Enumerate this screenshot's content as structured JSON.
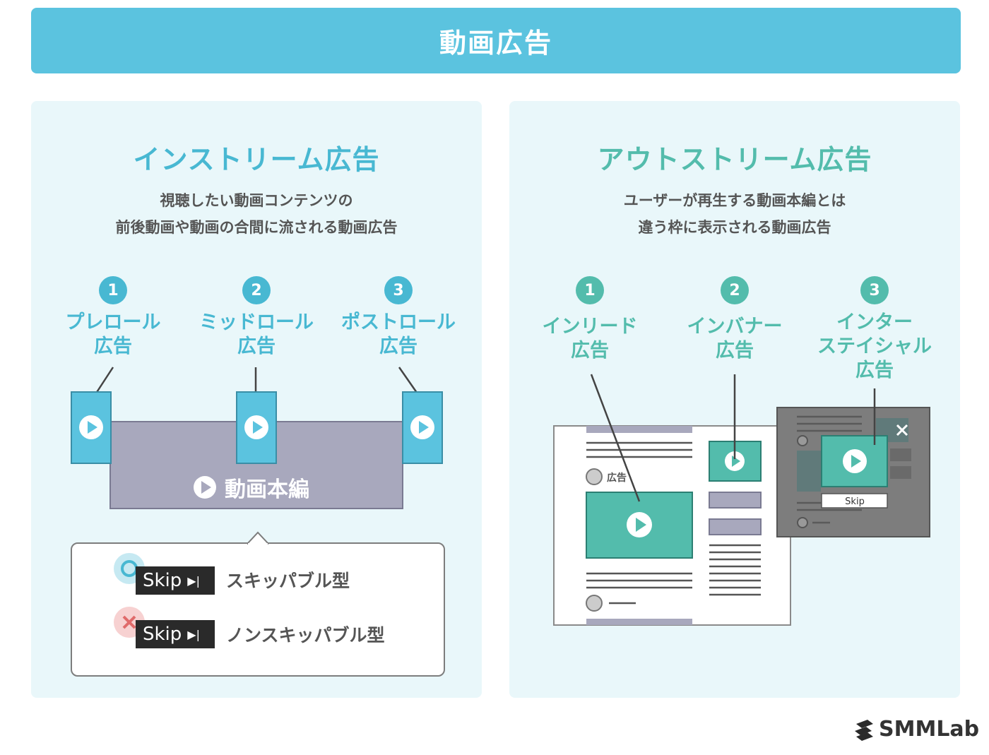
{
  "header": {
    "title": "動画広告"
  },
  "instream": {
    "title": "インストリーム広告",
    "description": [
      "視聴したい動画コンテンツの",
      "前後動画や動画の合間に流される動画広告"
    ],
    "types": [
      {
        "number": "1",
        "label_lines": [
          "プレロール",
          "広告"
        ]
      },
      {
        "number": "2",
        "label_lines": [
          "ミッドロール",
          "広告"
        ]
      },
      {
        "number": "3",
        "label_lines": [
          "ポストロール",
          "広告"
        ]
      }
    ],
    "main_video_label": "動画本編",
    "skip": {
      "button_text": "Skip",
      "skippable_label": "スキッパブル型",
      "nonskippable_label": "ノンスキッパブル型"
    }
  },
  "outstream": {
    "title": "アウトストリーム広告",
    "description": [
      "ユーザーが再生する動画本編とは",
      "違う枠に表示される動画広告"
    ],
    "types": [
      {
        "number": "1",
        "label_lines": [
          "インリード",
          "広告"
        ]
      },
      {
        "number": "2",
        "label_lines": [
          "インバナー",
          "広告"
        ]
      },
      {
        "number": "3",
        "label_lines": [
          "インター",
          "ステイシャル",
          "広告"
        ]
      }
    ],
    "ad_text": "広告",
    "skip_text": "Skip"
  },
  "brand": {
    "logo_text": "SMMLab"
  },
  "colors": {
    "header": "#5bc3df",
    "panel_bg": "#e9f7fa",
    "instream_accent": "#48b8d2",
    "outstream_accent": "#53bcac",
    "main_video": "#a8a8bd"
  }
}
